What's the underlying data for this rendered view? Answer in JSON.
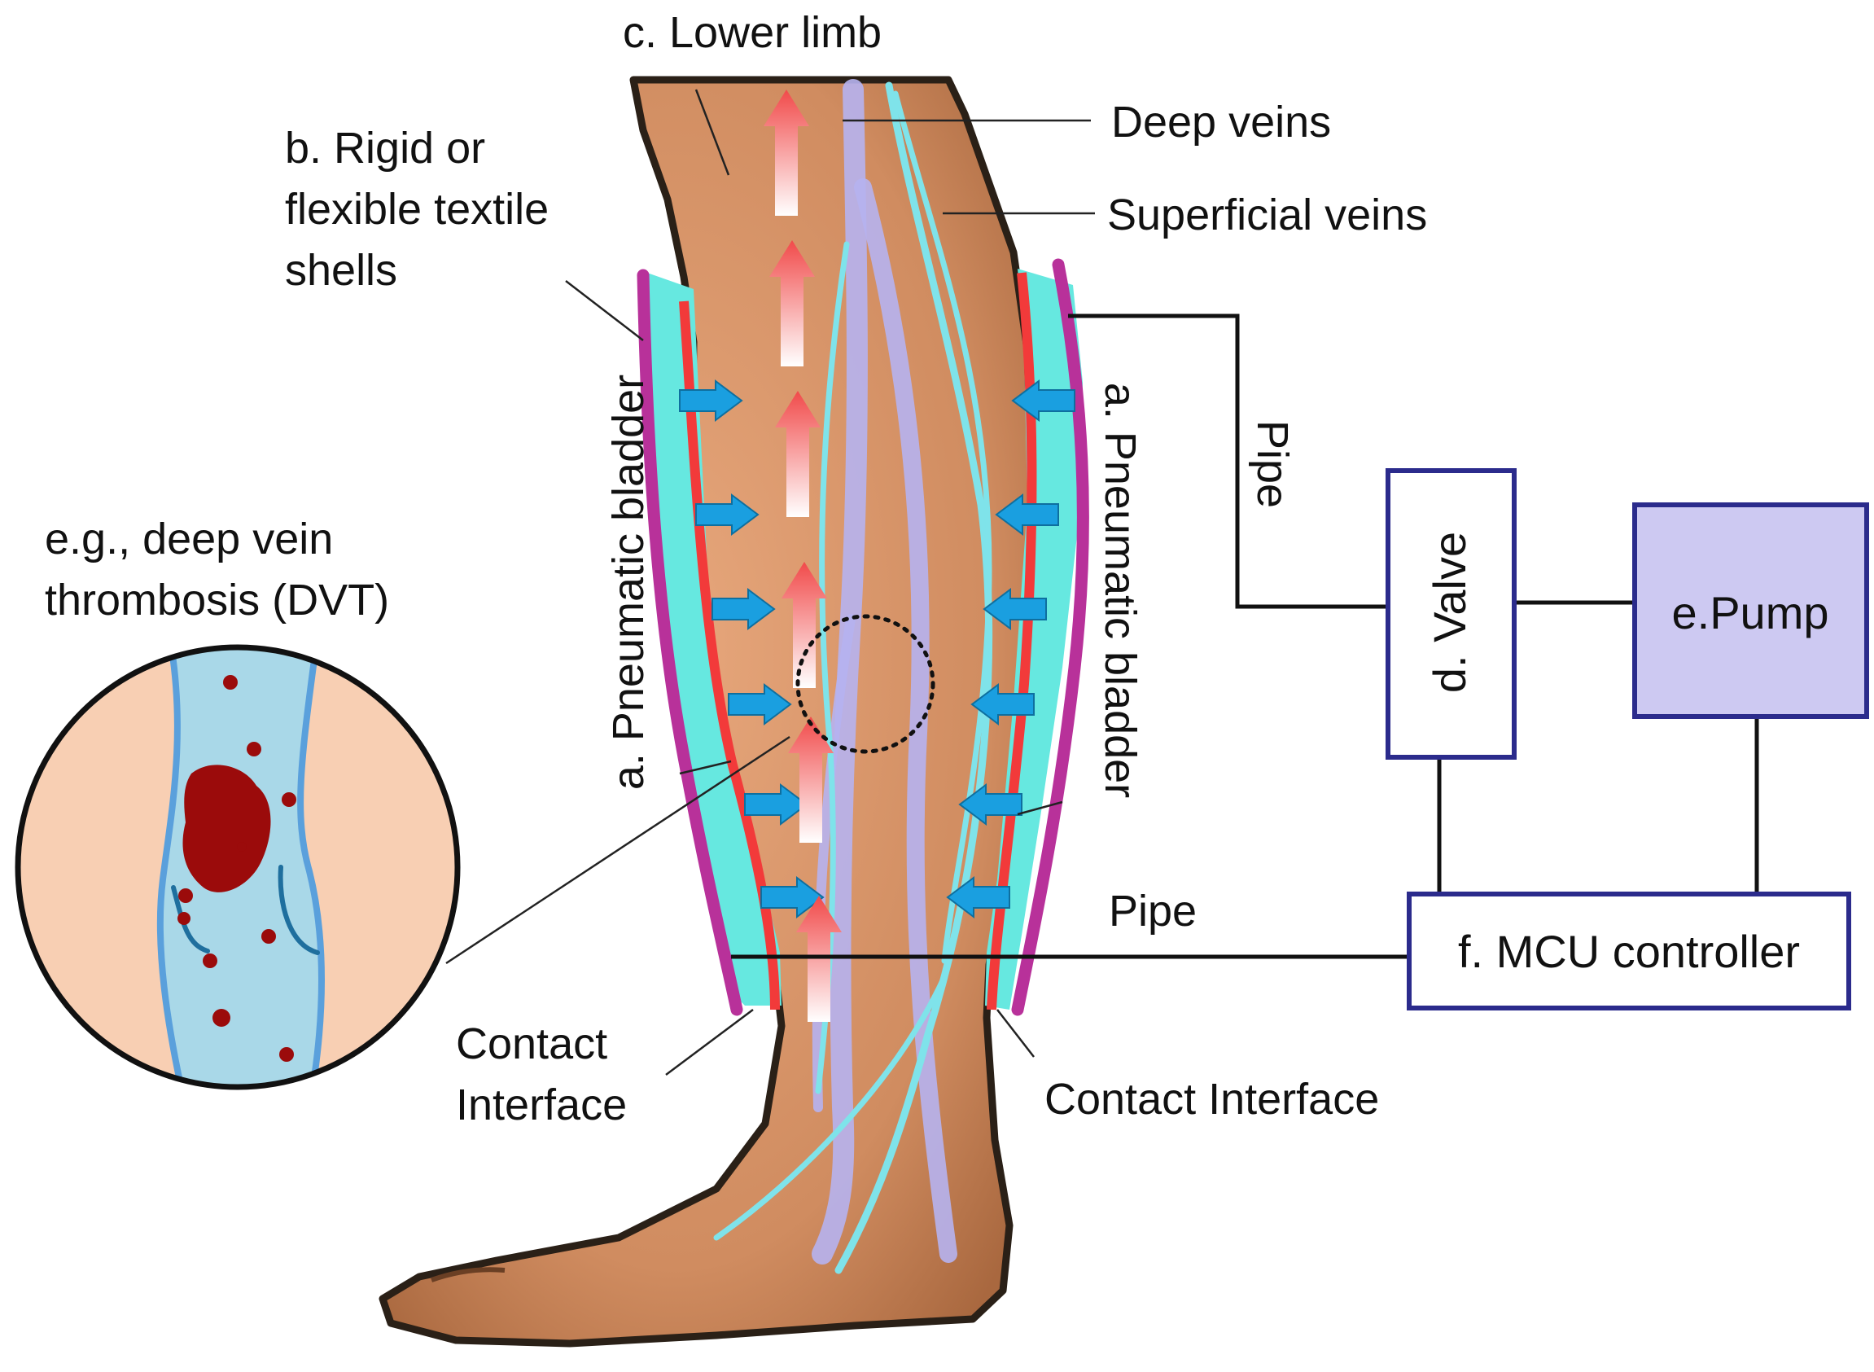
{
  "labels": {
    "lower_limb": "c. Lower limb",
    "shells_line1": "b. Rigid or",
    "shells_line2": "flexible textile",
    "shells_line3": "shells",
    "deep_veins": "Deep veins",
    "superficial_veins": "Superficial veins",
    "bladder_left": "a. Pneumatic bladder",
    "bladder_right": "a. Pneumatic bladder",
    "pipe_upper": "Pipe",
    "pipe_lower": "Pipe",
    "dvt_line1": "e.g., deep vein",
    "dvt_line2": "thrombosis (DVT)",
    "contact_left_line1": "Contact",
    "contact_left_line2": "Interface",
    "contact_right": "Contact Interface"
  },
  "boxes": {
    "valve": "d. Valve",
    "pump": "e.Pump",
    "controller": "f. MCU controller"
  },
  "colors": {
    "skin": "#d9966a",
    "skin_outline": "#2a2017",
    "shell": "#b8319a",
    "bladder": "#66e8e0",
    "contact": "#f23a3a",
    "deep_vein": "#b6b3f0",
    "superficial_vein": "#7fe3ea",
    "pressure_arrow": "#1a9fe0",
    "flow_arrow": "#f14a4a",
    "box_border": "#2b2b8c",
    "pump_fill": "#cdc9f2",
    "dvt_bg": "#f8cfb3",
    "dvt_vein": "#a9d8e8",
    "clot": "#9b0b0b"
  }
}
